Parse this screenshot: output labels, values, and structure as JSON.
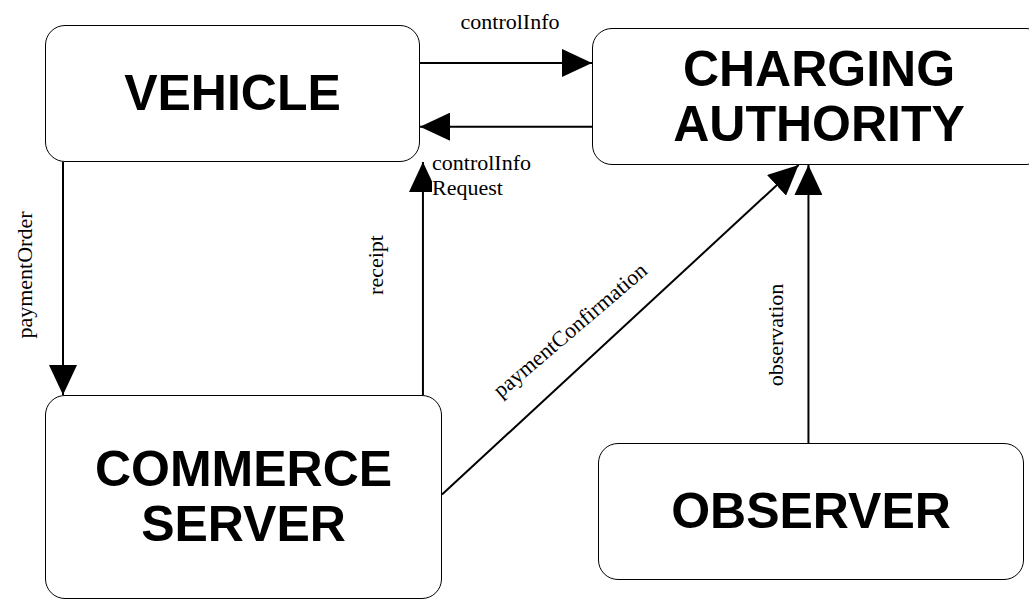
{
  "diagram": {
    "nodes": [
      {
        "text": [
          "VEHICLE"
        ]
      },
      {
        "text": [
          "CHARGING AUTHORITY"
        ]
      },
      {
        "text": [
          "COMMERCE SERVER"
        ]
      },
      {
        "text": [
          "OBSERVER"
        ]
      }
    ],
    "edges": [
      {
        "from": 0,
        "to": 1,
        "arrow": "to",
        "label": "controlInfo"
      },
      {
        "from": 1,
        "to": 0,
        "arrow": "to",
        "label": "controlInfo Request"
      },
      {
        "from": 0,
        "to": 2,
        "arrow": "to",
        "label": "paymentOrder"
      },
      {
        "from": 2,
        "to": 0,
        "arrow": "to",
        "label": "receipt"
      },
      {
        "from": 2,
        "to": 1,
        "arrow": "to",
        "label": "paymentConfirmation"
      },
      {
        "from": 3,
        "to": 1,
        "arrow": "to",
        "label": "observation"
      }
    ]
  }
}
